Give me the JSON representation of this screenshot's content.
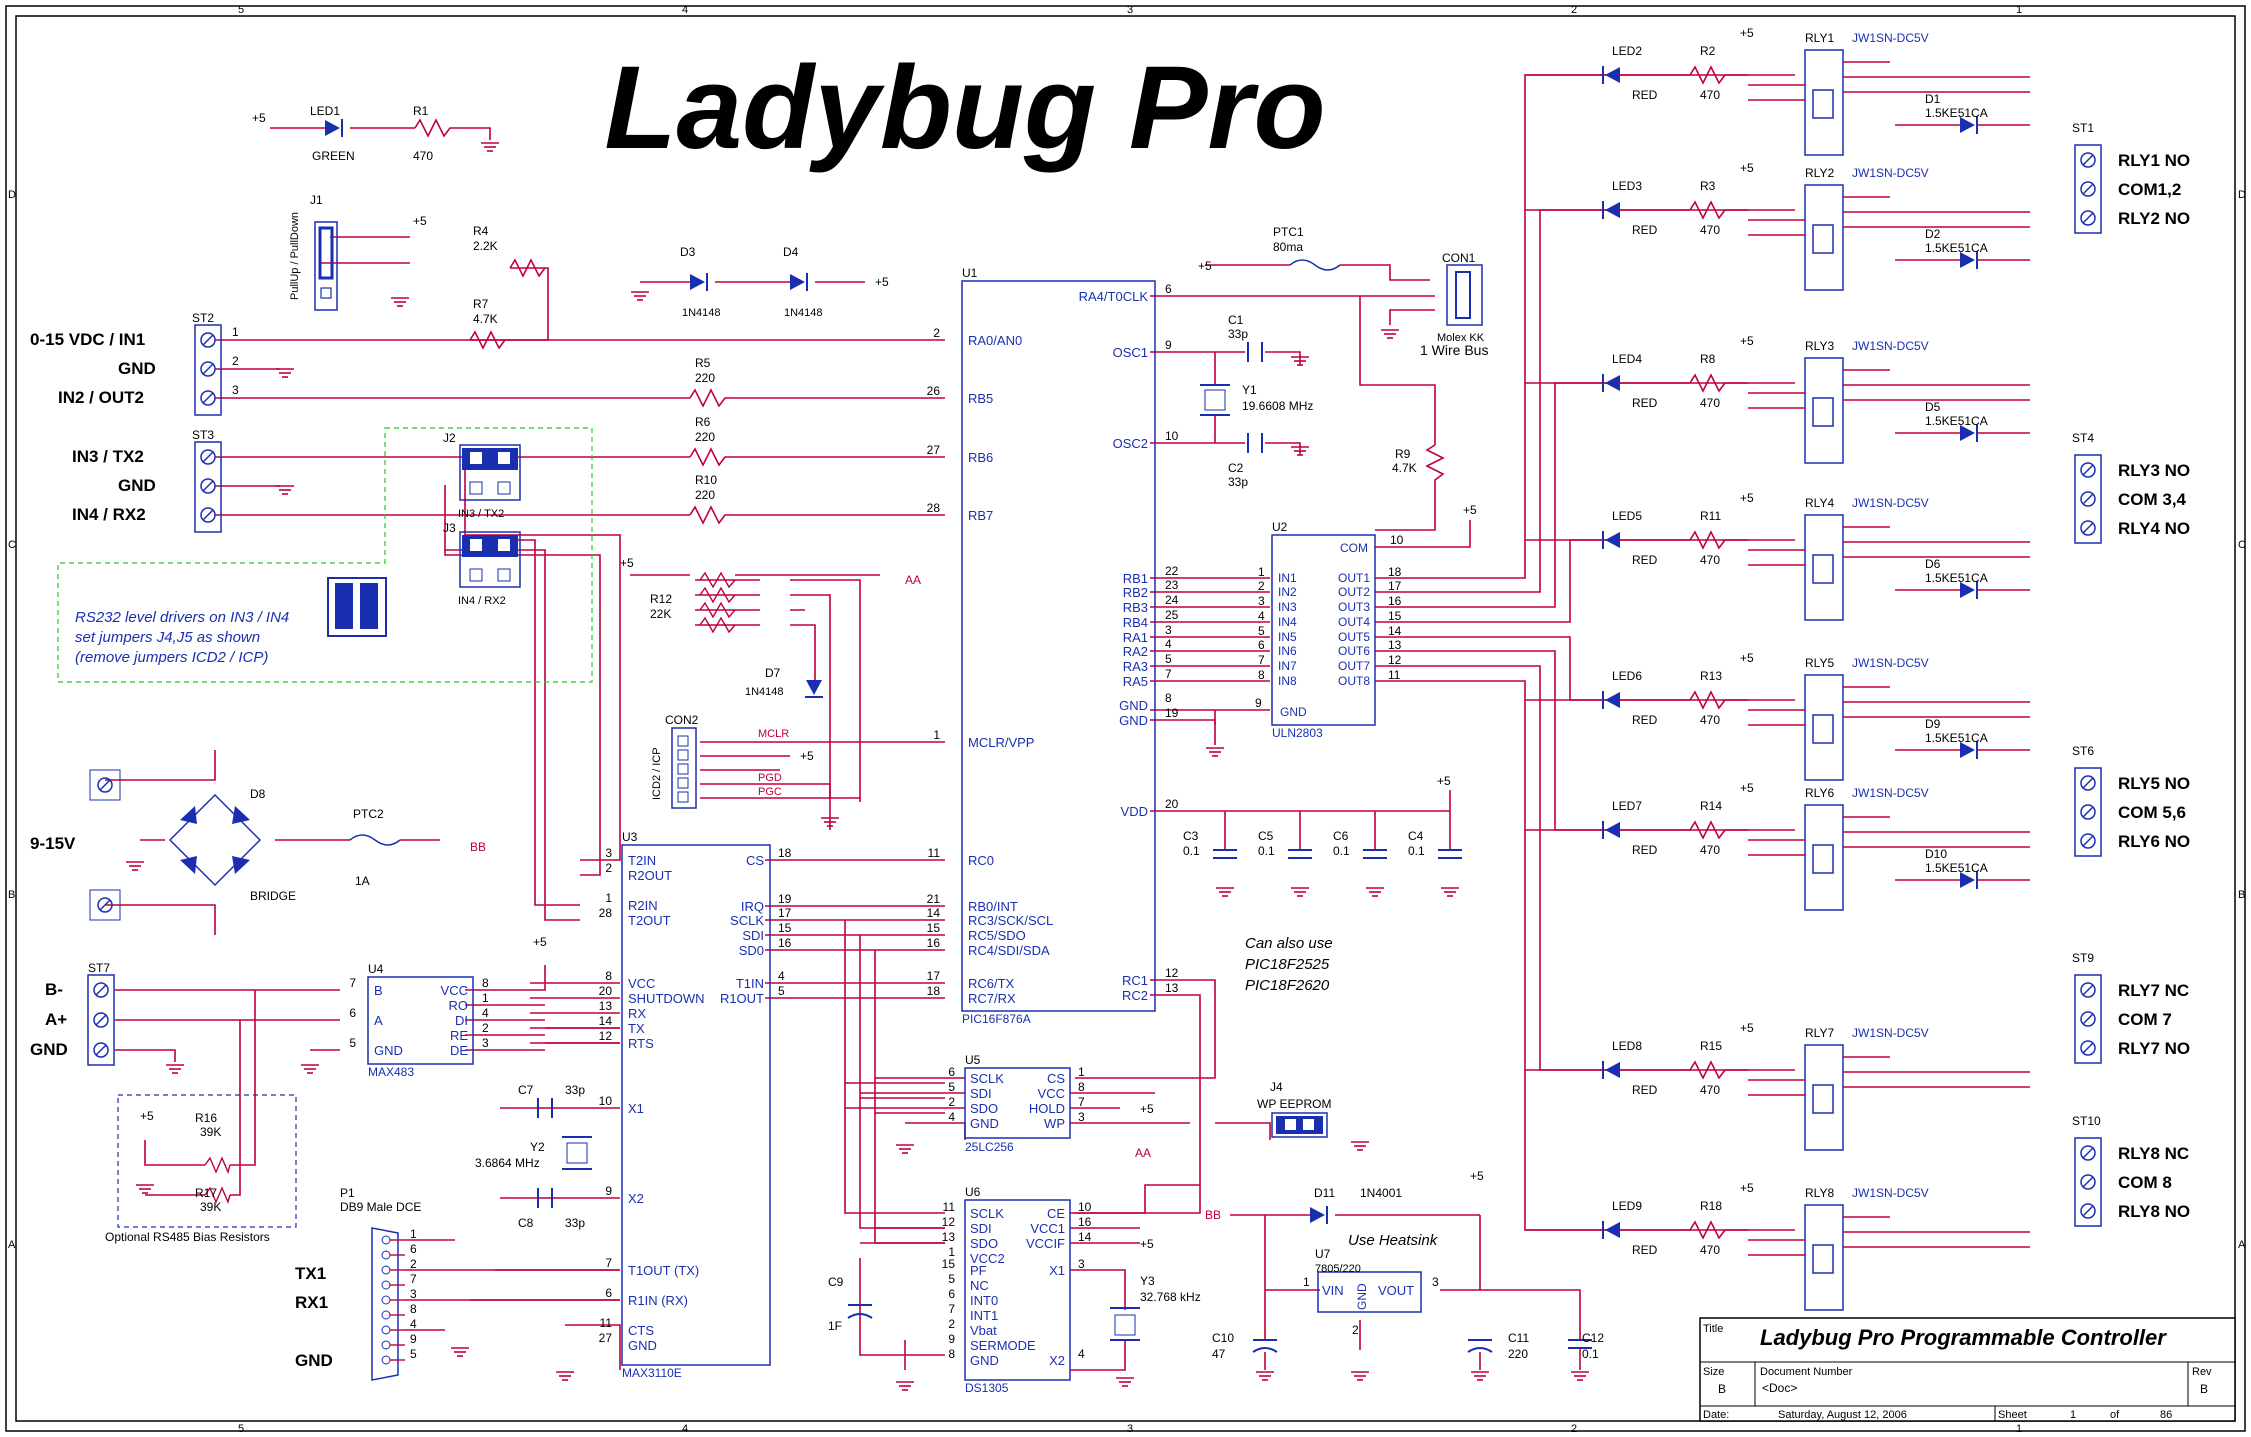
{
  "title": "Ladybug Pro",
  "border": {
    "cols": [
      "5",
      "4",
      "3",
      "2",
      "1"
    ],
    "rows": [
      "D",
      "C",
      "B",
      "A"
    ]
  },
  "title_block": {
    "title_label": "Title",
    "title": "Ladybug Pro Programmable Controller",
    "size_label": "Size",
    "size": "B",
    "docnum_label": "Document Number",
    "docnum": "<Doc>",
    "rev_label": "Rev",
    "rev": "B",
    "date_label": "Date:",
    "date": "Saturday, August 12, 2006",
    "sheet_label": "Sheet",
    "sheet": "1",
    "of_label": "of",
    "of": "86"
  },
  "colors": {
    "wire": "#c0003a",
    "part": "#1a2fb0",
    "text": "#000000",
    "border": "#000000"
  },
  "connectors": {
    "st2": {
      "ref": "ST2",
      "pins": [
        {
          "num": "1",
          "label": "0-15 VDC / IN1"
        },
        {
          "num": "2",
          "label": "GND"
        },
        {
          "num": "3",
          "label": "IN2 / OUT2"
        }
      ]
    },
    "st3": {
      "ref": "ST3",
      "pins": [
        {
          "num": "",
          "label": "IN3 / TX2"
        },
        {
          "num": "",
          "label": "GND"
        },
        {
          "num": "",
          "label": "IN4 / RX2"
        }
      ]
    },
    "st7": {
      "ref": "ST7",
      "pins": [
        {
          "label": "B-"
        },
        {
          "label": "A+"
        },
        {
          "label": "GND"
        }
      ]
    },
    "st1": {
      "ref": "ST1",
      "pins": [
        {
          "label": "RLY1 NO"
        },
        {
          "label": "COM1,2"
        },
        {
          "label": "RLY2 NO"
        }
      ]
    },
    "st4": {
      "ref": "ST4",
      "pins": [
        {
          "label": "RLY3 NO"
        },
        {
          "label": "COM 3,4"
        },
        {
          "label": "RLY4 NO"
        }
      ]
    },
    "st6": {
      "ref": "ST6",
      "pins": [
        {
          "label": "RLY5 NO"
        },
        {
          "label": "COM 5,6"
        },
        {
          "label": "RLY6 NO"
        }
      ]
    },
    "st9": {
      "ref": "ST9",
      "pins": [
        {
          "label": "RLY7 NC"
        },
        {
          "label": "COM 7"
        },
        {
          "label": "RLY7 NO"
        }
      ]
    },
    "st10": {
      "ref": "ST10",
      "pins": [
        {
          "label": "RLY8 NC"
        },
        {
          "label": "COM 8"
        },
        {
          "label": "RLY8 NO"
        }
      ]
    }
  },
  "power_in": "9-15V",
  "db9": {
    "ref": "P1",
    "desc": "DB9 Male DCE",
    "tx": "TX1",
    "rx": "RX1",
    "gnd": "GND",
    "pins": [
      "1",
      "6",
      "2",
      "7",
      "3",
      "8",
      "4",
      "9",
      "5"
    ]
  },
  "notes": {
    "rs232_l1": "RS232 level drivers on IN3 / IN4",
    "rs232_l2": "set jumpers J4,J5  as shown",
    "rs232_l3": "(remove jumpers ICD2 / ICP)",
    "alt_mcu_l1": "Can also use",
    "alt_mcu_l2": "PIC18F2525",
    "alt_mcu_l3": "PIC18F2620",
    "heatsink": "Use Heatsink",
    "rs485": "Optional RS485 Bias Resistors",
    "one_wire": "1 Wire Bus",
    "pullup": "PullUp / PullDown"
  },
  "parts": {
    "led1": {
      "ref": "LED1",
      "value": "GREEN"
    },
    "r1": {
      "ref": "R1",
      "value": "470"
    },
    "j1": {
      "ref": "J1"
    },
    "r4": {
      "ref": "R4",
      "value": "2.2K"
    },
    "r7": {
      "ref": "R7",
      "value": "4.7K"
    },
    "r5": {
      "ref": "R5",
      "value": "220"
    },
    "r6": {
      "ref": "R6",
      "value": "220"
    },
    "r10": {
      "ref": "R10",
      "value": "220"
    },
    "r12": {
      "ref": "R12",
      "value": "22K"
    },
    "d3": {
      "ref": "D3",
      "value": "1N4148"
    },
    "d4": {
      "ref": "D4",
      "value": "1N4148"
    },
    "d7": {
      "ref": "D7",
      "value": "1N4148"
    },
    "j2": {
      "ref": "J2",
      "label": "IN3 / TX2"
    },
    "j3": {
      "ref": "J3",
      "label": "IN4 / RX2"
    },
    "con2": {
      "ref": "CON2",
      "label": "ICD2 / ICP",
      "mclr": "MCLR",
      "pgd": "PGD",
      "pgc": "PGC"
    },
    "d8": {
      "ref": "D8",
      "value": "BRIDGE"
    },
    "ptc2": {
      "ref": "PTC2",
      "value": "1A"
    },
    "ptc1": {
      "ref": "PTC1",
      "value": "80ma"
    },
    "con1": {
      "ref": "CON1",
      "value": "Molex KK"
    },
    "c1": {
      "ref": "C1",
      "value": "33p"
    },
    "c2": {
      "ref": "C2",
      "value": "33p"
    },
    "y1": {
      "ref": "Y1",
      "value": "19.6608 MHz"
    },
    "r9": {
      "ref": "R9",
      "value": "4.7K"
    },
    "c3": {
      "ref": "C3",
      "value": "0.1"
    },
    "c4": {
      "ref": "C4",
      "value": "0.1"
    },
    "c5": {
      "ref": "C5",
      "value": "0.1"
    },
    "c6": {
      "ref": "C6",
      "value": "0.1"
    },
    "c7": {
      "ref": "C7",
      "value": "33p"
    },
    "c8": {
      "ref": "C8",
      "value": "33p"
    },
    "y2": {
      "ref": "Y2",
      "value": "3.6864 MHz"
    },
    "r16": {
      "ref": "R16",
      "value": "39K"
    },
    "r17": {
      "ref": "R17",
      "value": "39K"
    },
    "c9": {
      "ref": "C9",
      "value": "1F"
    },
    "y3": {
      "ref": "Y3",
      "value": "32.768 kHz"
    },
    "d11": {
      "ref": "D11",
      "value": "1N4001"
    },
    "u7": {
      "ref": "U7",
      "value": "7805/220"
    },
    "c10": {
      "ref": "C10",
      "value": "47"
    },
    "c11": {
      "ref": "C11",
      "value": "220"
    },
    "c12": {
      "ref": "C12",
      "value": "0.1"
    },
    "j4": {
      "ref": "J4",
      "label": "WP EEPROM"
    }
  },
  "u1": {
    "ref": "U1",
    "name": "PIC16F876A",
    "left_pins": [
      {
        "num": "2",
        "name": "RA0/AN0"
      },
      {
        "num": "26",
        "name": "RB5"
      },
      {
        "num": "27",
        "name": "RB6"
      },
      {
        "num": "28",
        "name": "RB7"
      },
      {
        "num": "1",
        "name": "MCLR/VPP"
      },
      {
        "num": "11",
        "name": "RC0"
      },
      {
        "num": "21",
        "name": "RB0/INT"
      },
      {
        "num": "14",
        "name": "RC3/SCK/SCL"
      },
      {
        "num": "15",
        "name": "RC5/SDO"
      },
      {
        "num": "16",
        "name": "RC4/SDI/SDA"
      },
      {
        "num": "17",
        "name": "RC6/TX"
      },
      {
        "num": "18",
        "name": "RC7/RX"
      }
    ],
    "right_pins": [
      {
        "num": "6",
        "name": "RA4/T0CLK"
      },
      {
        "num": "9",
        "name": "OSC1"
      },
      {
        "num": "10",
        "name": "OSC2"
      },
      {
        "num": "22",
        "name": "RB1"
      },
      {
        "num": "23",
        "name": "RB2"
      },
      {
        "num": "24",
        "name": "RB3"
      },
      {
        "num": "25",
        "name": "RB4"
      },
      {
        "num": "3",
        "name": "RA1"
      },
      {
        "num": "4",
        "name": "RA2"
      },
      {
        "num": "5",
        "name": "RA3"
      },
      {
        "num": "7",
        "name": "RA5"
      },
      {
        "num": "8",
        "name": "GND"
      },
      {
        "num": "19",
        "name": "GND"
      },
      {
        "num": "20",
        "name": "VDD"
      },
      {
        "num": "12",
        "name": "RC1"
      },
      {
        "num": "13",
        "name": "RC2"
      }
    ]
  },
  "u2": {
    "ref": "U2",
    "name": "ULN2803",
    "inputs": [
      "IN1",
      "IN2",
      "IN3",
      "IN4",
      "IN5",
      "IN6",
      "IN7",
      "IN8"
    ],
    "in_pins": [
      "1",
      "2",
      "3",
      "4",
      "5",
      "6",
      "7",
      "8"
    ],
    "outputs": [
      "OUT1",
      "OUT2",
      "OUT3",
      "OUT4",
      "OUT5",
      "OUT6",
      "OUT7",
      "OUT8"
    ],
    "out_pins": [
      "18",
      "17",
      "16",
      "15",
      "14",
      "13",
      "12",
      "11"
    ],
    "com": "COM",
    "com_pin": "10",
    "gnd": "GND",
    "gnd_pin": "9"
  },
  "u3": {
    "ref": "U3",
    "name": "MAX3110E",
    "left": [
      {
        "num": "3",
        "name": "T2IN"
      },
      {
        "num": "2",
        "name": "R2OUT"
      },
      {
        "num": "1",
        "name": "R2IN"
      },
      {
        "num": "28",
        "name": "T2OUT"
      },
      {
        "num": "8",
        "name": "VCC"
      },
      {
        "num": "20",
        "name": "SHUTDOWN"
      },
      {
        "num": "13",
        "name": "RX"
      },
      {
        "num": "14",
        "name": "TX"
      },
      {
        "num": "12",
        "name": "RTS"
      },
      {
        "num": "10",
        "name": "X1"
      },
      {
        "num": "9",
        "name": "X2"
      },
      {
        "num": "7",
        "name": "T1OUT (TX)"
      },
      {
        "num": "6",
        "name": "R1IN (RX)"
      },
      {
        "num": "11",
        "name": "CTS"
      },
      {
        "num": "27",
        "name": "GND"
      }
    ],
    "right": [
      {
        "num": "18",
        "name": "CS"
      },
      {
        "num": "19",
        "name": "IRQ"
      },
      {
        "num": "17",
        "name": "SCLK"
      },
      {
        "num": "15",
        "name": "SDI"
      },
      {
        "num": "16",
        "name": "SD0"
      },
      {
        "num": "4",
        "name": "T1IN"
      },
      {
        "num": "5",
        "name": "R1OUT"
      }
    ]
  },
  "u4": {
    "ref": "U4",
    "name": "MAX483",
    "left": [
      {
        "num": "7",
        "name": "B"
      },
      {
        "num": "6",
        "name": "A"
      },
      {
        "num": "5",
        "name": "GND"
      }
    ],
    "right": [
      {
        "num": "8",
        "name": "VCC"
      },
      {
        "num": "1",
        "name": "RO"
      },
      {
        "num": "4",
        "name": "DI"
      },
      {
        "num": "2",
        "name": "RE"
      },
      {
        "num": "3",
        "name": "DE"
      }
    ]
  },
  "u5": {
    "ref": "U5",
    "name": "25LC256",
    "left": [
      {
        "num": "6",
        "name": "SCLK"
      },
      {
        "num": "5",
        "name": "SDI"
      },
      {
        "num": "2",
        "name": "SDO"
      },
      {
        "num": "4",
        "name": "GND"
      }
    ],
    "right": [
      {
        "num": "1",
        "name": "CS"
      },
      {
        "num": "8",
        "name": "VCC"
      },
      {
        "num": "7",
        "name": "HOLD"
      },
      {
        "num": "3",
        "name": "WP"
      }
    ]
  },
  "u6": {
    "ref": "U6",
    "name": "DS1305",
    "left": [
      {
        "num": "11",
        "name": "SCLK"
      },
      {
        "num": "12",
        "name": "SDI"
      },
      {
        "num": "13",
        "name": "SDO"
      },
      {
        "num": "1",
        "name": "VCC2"
      },
      {
        "num": "15",
        "name": "PF"
      },
      {
        "num": "5",
        "name": "NC"
      },
      {
        "num": "6",
        "name": "INT0"
      },
      {
        "num": "7",
        "name": "INT1"
      },
      {
        "num": "2",
        "name": "Vbat"
      },
      {
        "num": "9",
        "name": "SERMODE"
      },
      {
        "num": "8",
        "name": "GND"
      }
    ],
    "right": [
      {
        "num": "10",
        "name": "CE"
      },
      {
        "num": "16",
        "name": "VCC1"
      },
      {
        "num": "14",
        "name": "VCCIF"
      },
      {
        "num": "3",
        "name": "X1"
      },
      {
        "num": "4",
        "name": "X2"
      }
    ]
  },
  "u7pins": {
    "vin": "VIN",
    "gnd": "GND",
    "vout": "VOUT",
    "p1": "1",
    "p2": "2",
    "p3": "3"
  },
  "relays": [
    {
      "led": "LED2",
      "led_color": "RED",
      "res": "R2",
      "res_val": "470",
      "relay": "RLY1",
      "relay_type": "JW1SN-DC5V",
      "diode": "D1",
      "diode_val": "1.5KE51CA"
    },
    {
      "led": "LED3",
      "led_color": "RED",
      "res": "R3",
      "res_val": "470",
      "relay": "RLY2",
      "relay_type": "JW1SN-DC5V",
      "diode": "D2",
      "diode_val": "1.5KE51CA"
    },
    {
      "led": "LED4",
      "led_color": "RED",
      "res": "R8",
      "res_val": "470",
      "relay": "RLY3",
      "relay_type": "JW1SN-DC5V",
      "diode": "D5",
      "diode_val": "1.5KE51CA"
    },
    {
      "led": "LED5",
      "led_color": "RED",
      "res": "R11",
      "res_val": "470",
      "relay": "RLY4",
      "relay_type": "JW1SN-DC5V",
      "diode": "D6",
      "diode_val": "1.5KE51CA"
    },
    {
      "led": "LED6",
      "led_color": "RED",
      "res": "R13",
      "res_val": "470",
      "relay": "RLY5",
      "relay_type": "JW1SN-DC5V",
      "diode": "D9",
      "diode_val": "1.5KE51CA"
    },
    {
      "led": "LED7",
      "led_color": "RED",
      "res": "R14",
      "res_val": "470",
      "relay": "RLY6",
      "relay_type": "JW1SN-DC5V",
      "diode": "D10",
      "diode_val": "1.5KE51CA"
    },
    {
      "led": "LED8",
      "led_color": "RED",
      "res": "R15",
      "res_val": "470",
      "relay": "RLY7",
      "relay_type": "JW1SN-DC5V",
      "diode": "",
      "diode_val": ""
    },
    {
      "led": "LED9",
      "led_color": "RED",
      "res": "R18",
      "res_val": "470",
      "relay": "RLY8",
      "relay_type": "JW1SN-DC5V",
      "diode": "",
      "diode_val": ""
    }
  ],
  "nets": {
    "plus5": "+5",
    "aa": "AA",
    "bb": "BB"
  }
}
